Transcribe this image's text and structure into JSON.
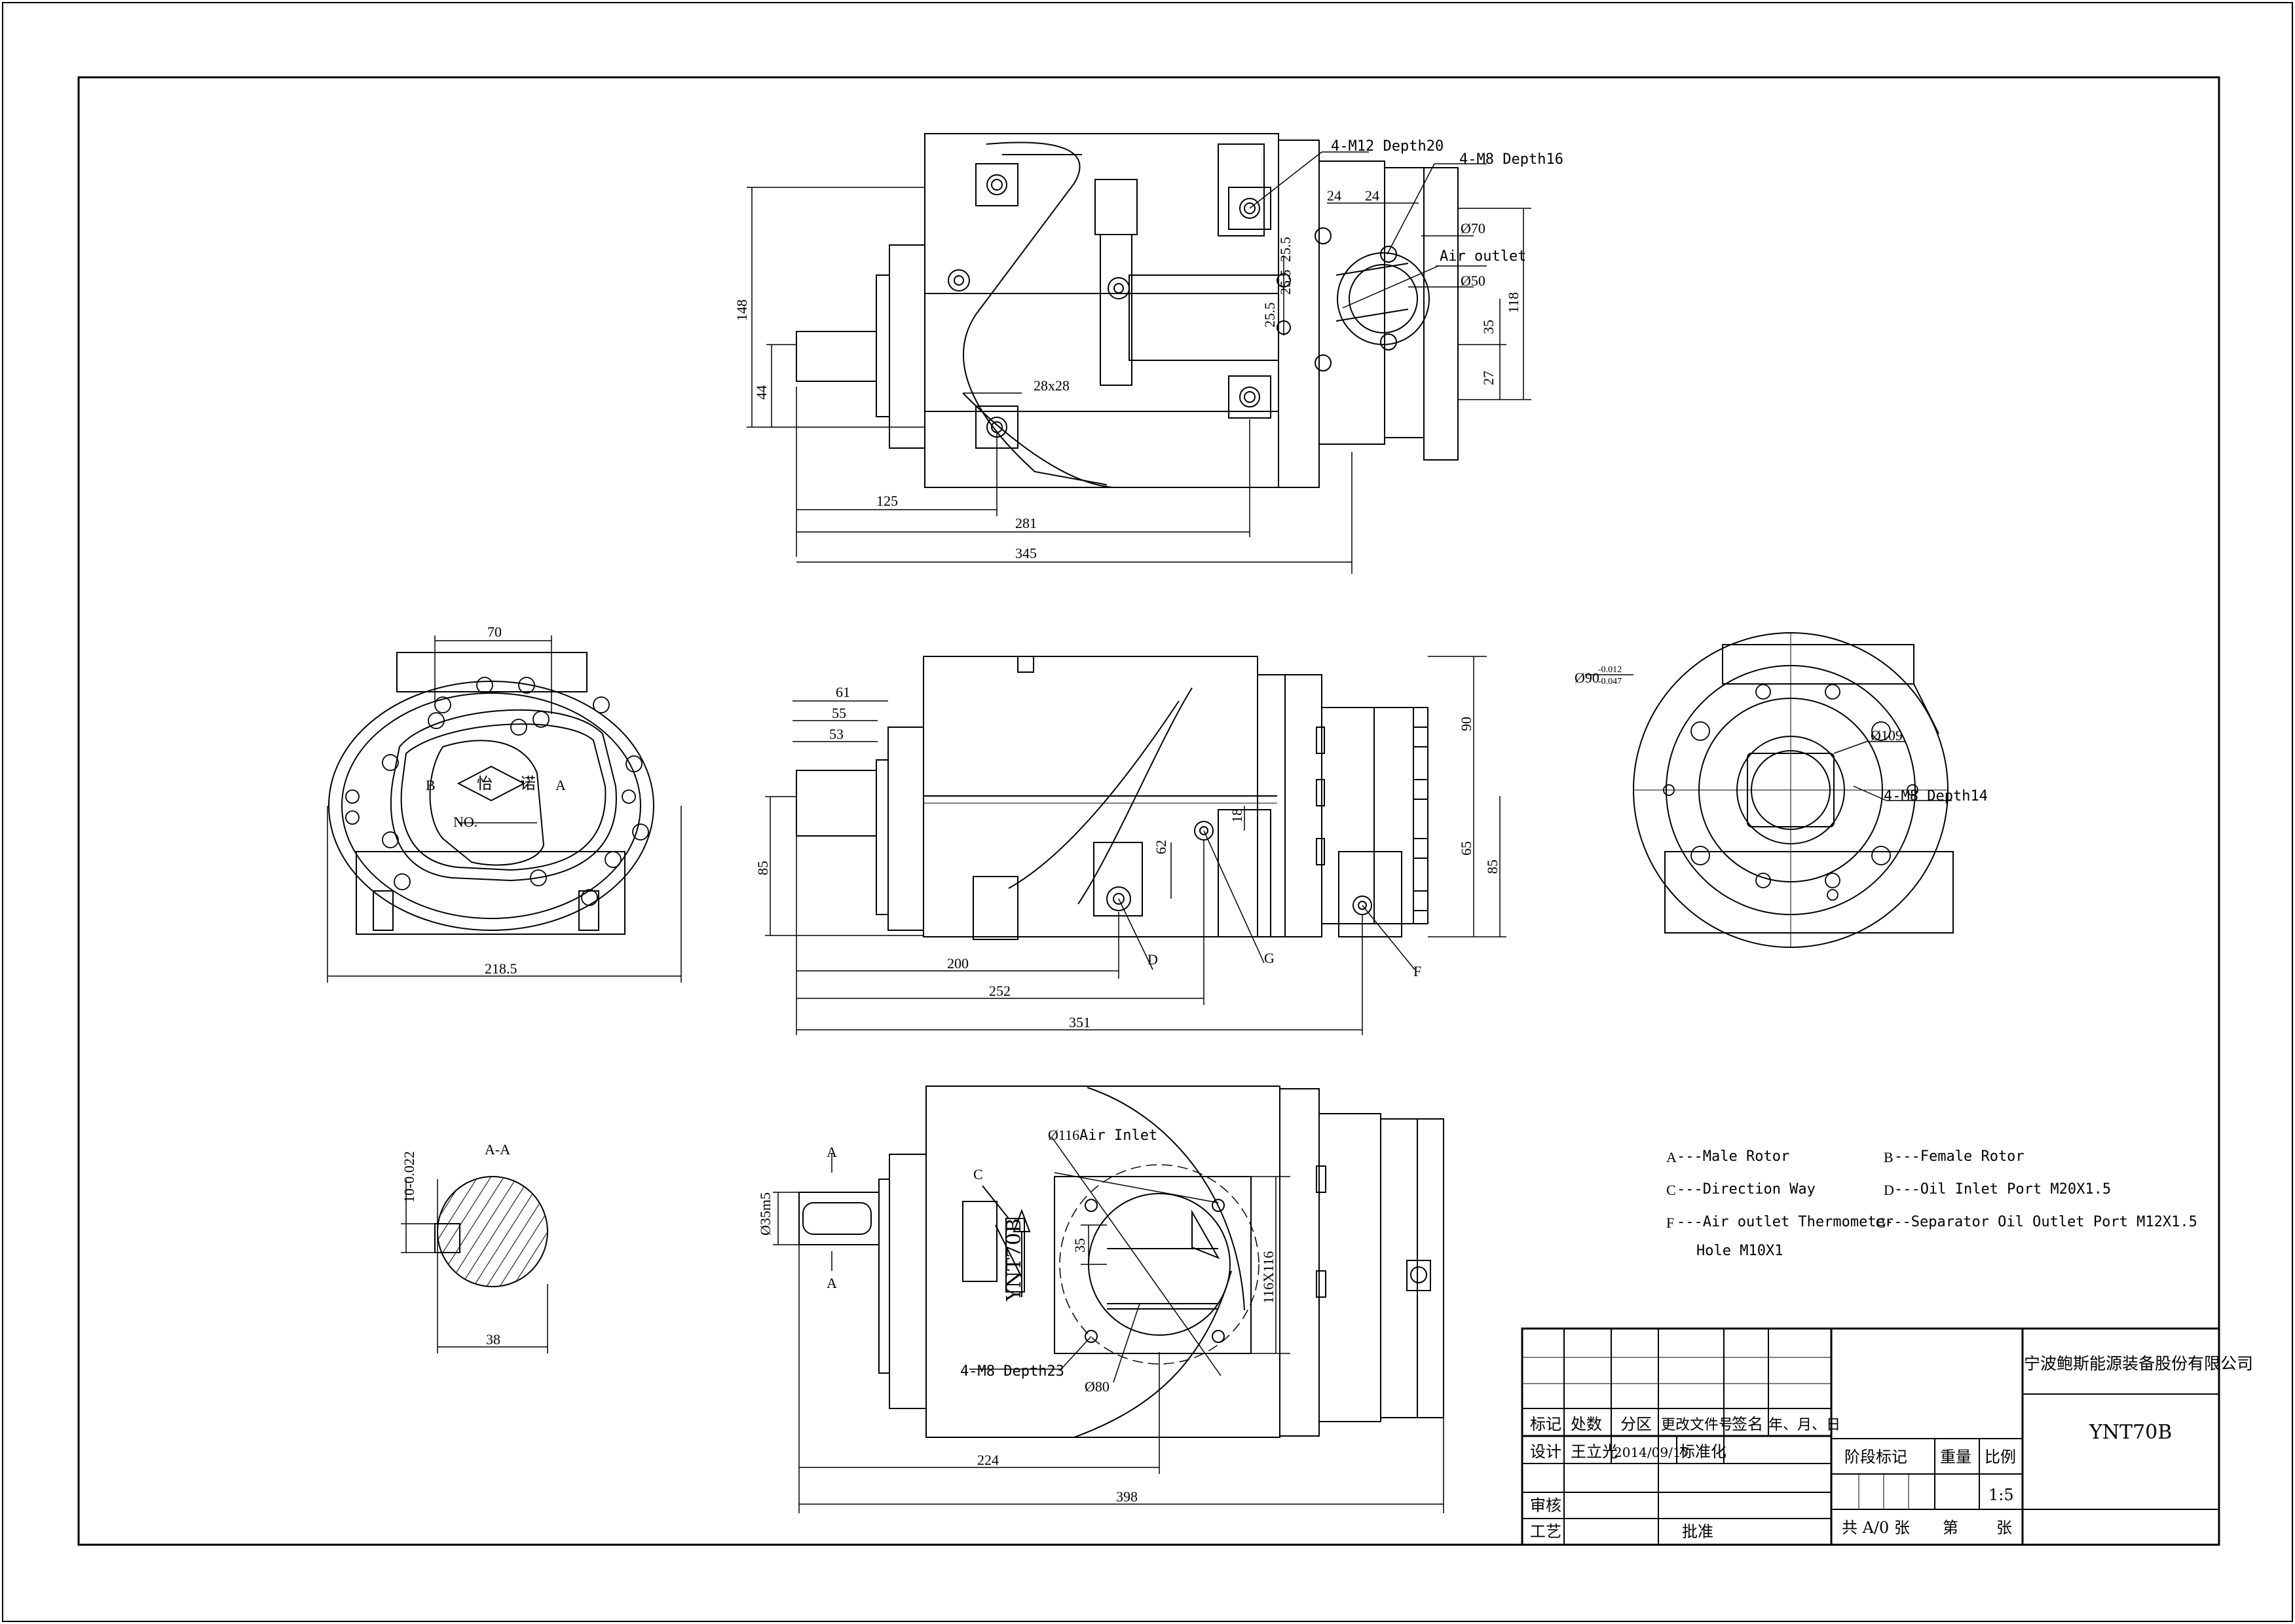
{
  "dims": {
    "d_4m12": "4-M12 Depth20",
    "d_4m8_16": "4-M8 Depth16",
    "d_24a": "24",
    "d_24b": "24",
    "d_phi70": "Ø70",
    "d_air_outlet": "Air outlet",
    "d_phi50": "Ø50",
    "d_25_5a": "25.5",
    "d_25_5b": "25.5",
    "d_25_5c": "25.5",
    "d_35a": "35",
    "d_118": "118",
    "d_27": "27",
    "d_148": "148",
    "d_44": "44",
    "d_28x28": "28x28",
    "d_125": "125",
    "d_281": "281",
    "d_345": "345",
    "d_70": "70",
    "d_218_5": "218.5",
    "d_no": "NO.",
    "d_B": "B",
    "d_A": "A",
    "d_61": "61",
    "d_55": "55",
    "d_53": "53",
    "d_85a": "85",
    "d_62": "62",
    "d_18": "18",
    "d_90": "90",
    "d_65": "65",
    "d_85b": "85",
    "d_200": "200",
    "d_252": "252",
    "d_351": "351",
    "d_D": "D",
    "d_G": "G",
    "d_F": "F",
    "d_phi90": "Ø90",
    "d_tol_up": "-0.012",
    "d_tol_dn": "-0.047",
    "d_phi109": "Ø109",
    "d_4m8_14": "4-M8 Depth14",
    "d_AA": "A-A",
    "d_10tol": "10-0.022",
    "d_38": "38",
    "d_Aup": "A",
    "d_Adn": "A",
    "d_phi35": "Ø35m5",
    "d_C": "C",
    "d_phi116": "Ø116",
    "d_air_inlet": "Air Inlet",
    "d_model_side": "YNT70B",
    "d_35b": "35",
    "d_116x116": "116X116",
    "d_4m8_23": "4-M8 Depth23",
    "d_phi80": "Ø80",
    "d_224": "224",
    "d_398": "398"
  },
  "legend": {
    "a_key": "A",
    "a_text": "---Male Rotor",
    "b_key": "B",
    "b_text": "---Female Rotor",
    "c_key": "C",
    "c_text": "---Direction Way",
    "d_key": "D",
    "d_text": "---Oil Inlet Port M20X1.5",
    "f_key": "F",
    "f_text": "---Air outlet Thermometer",
    "f_text2": "Hole M10X1",
    "g_key": "G",
    "g_text": "---Separator Oil Outlet Port M12X1.5"
  },
  "title_block": {
    "h_mark": "标记",
    "h_count": "处数",
    "h_zone": "分区",
    "h_doc": "更改文件号",
    "h_sign": "签名",
    "h_date": "年、月、日",
    "r_design": "设计",
    "designer": "王立光",
    "design_date": "2014/09/17",
    "standardize": "标准化",
    "r_review": "审核",
    "r_process": "工艺",
    "approve": "批准",
    "stage": "阶段标记",
    "weight": "重量",
    "ratio_label": "比例",
    "ratio": "1:5",
    "sheets": "共 A/0 张",
    "sheet_no": "第",
    "sheet_unit": "张",
    "company": "宁波鲍斯能源装备股份有限公司",
    "model": "YNT70B"
  },
  "logo": {
    "left": "怡",
    "right": "诺"
  }
}
